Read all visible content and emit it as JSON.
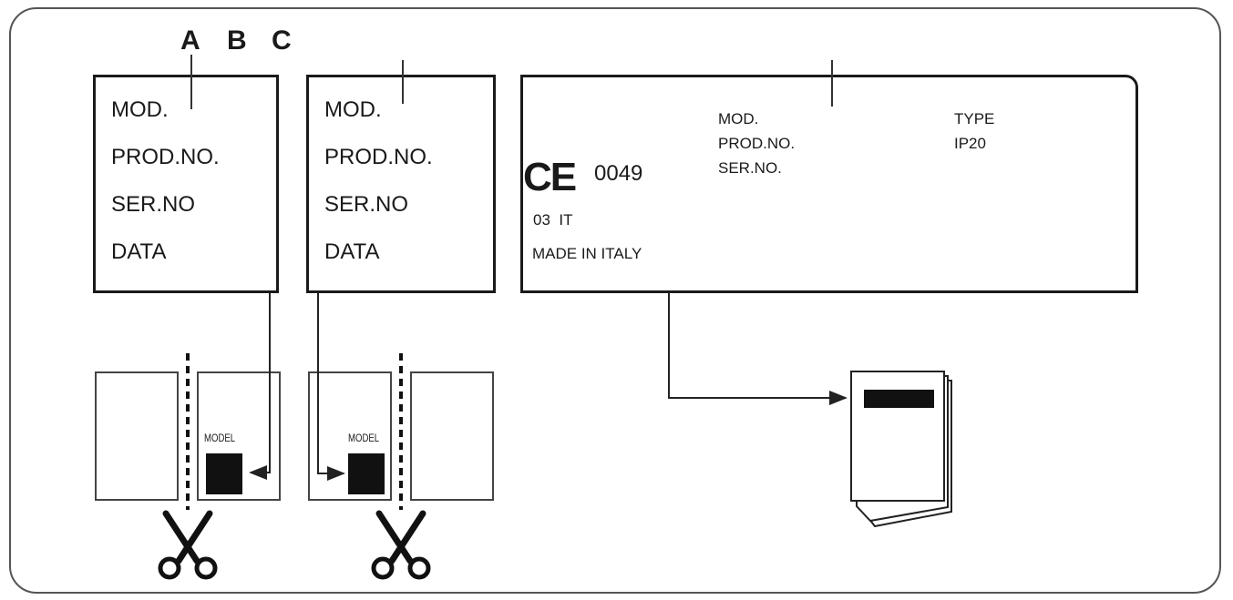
{
  "markers": [
    "A",
    "B",
    "C"
  ],
  "small_label": {
    "lines": [
      "MOD.",
      "PROD.NO.",
      "SER.NO",
      "DATA"
    ]
  },
  "plate": {
    "ce_mark": "CE",
    "ce_number": "0049",
    "year_country": "03  IT",
    "origin": "MADE IN ITALY",
    "left_fields": [
      "MOD.",
      "PROD.NO.",
      "SER.NO."
    ],
    "right_fields": [
      "TYPE",
      "IP20"
    ]
  },
  "card_model_label": "MODEL"
}
